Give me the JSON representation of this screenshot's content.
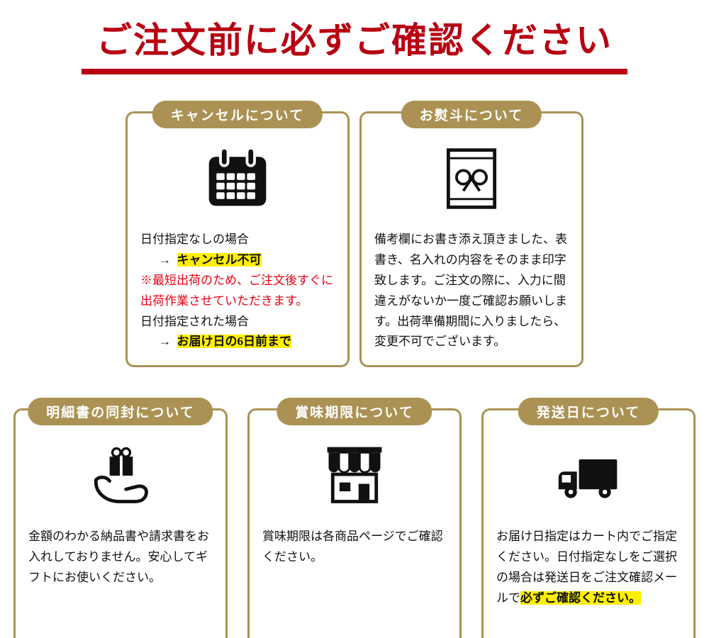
{
  "title": {
    "text": "ご注文前に必ずご確認ください"
  },
  "colors": {
    "title_red": "#b70011",
    "gold": "#ab9254",
    "highlight_yellow": "#ffef00",
    "note_red": "#e60012"
  },
  "cards": {
    "cancel": {
      "header": "キャンセルについて",
      "icon": "calendar-icon",
      "case1_label": "日付指定なしの場合",
      "arrow1": "→",
      "case1_result": "キャンセル不可",
      "note": "※最短出荷のため、ご注文後すぐに出荷作業させていただきます。",
      "case2_label": "日付指定された場合",
      "arrow2": "→",
      "case2_result": "お届け日の6日前まで"
    },
    "noshi": {
      "header": "お熨斗について",
      "icon": "noshi-gift-wrap-icon",
      "body": "備考欄にお書き添え頂きました、表書き、名入れの内容をそのまま印字致します。ご注文の際に、入力に間違えがないか一度ご確認お願いします。出荷準備期間に入りましたら、変更不可でございます。"
    },
    "invoice": {
      "header": "明細書の同封について",
      "icon": "gift-hand-icon",
      "body": "金額のわかる納品書や請求書をお入れしておりません。安心してギフトにお使いください。"
    },
    "expiry": {
      "header": "賞味期限について",
      "icon": "storefront-icon",
      "body": "賞味期限は各商品ページでご確認ください。"
    },
    "shipping": {
      "header": "発送日について",
      "icon": "truck-icon",
      "body_prefix": "お届け日指定はカート内でご指定ください。日付指定なしをご選択の場合は発送日をご注文確認メールで",
      "body_highlight": "必ずご確認ください。"
    }
  }
}
